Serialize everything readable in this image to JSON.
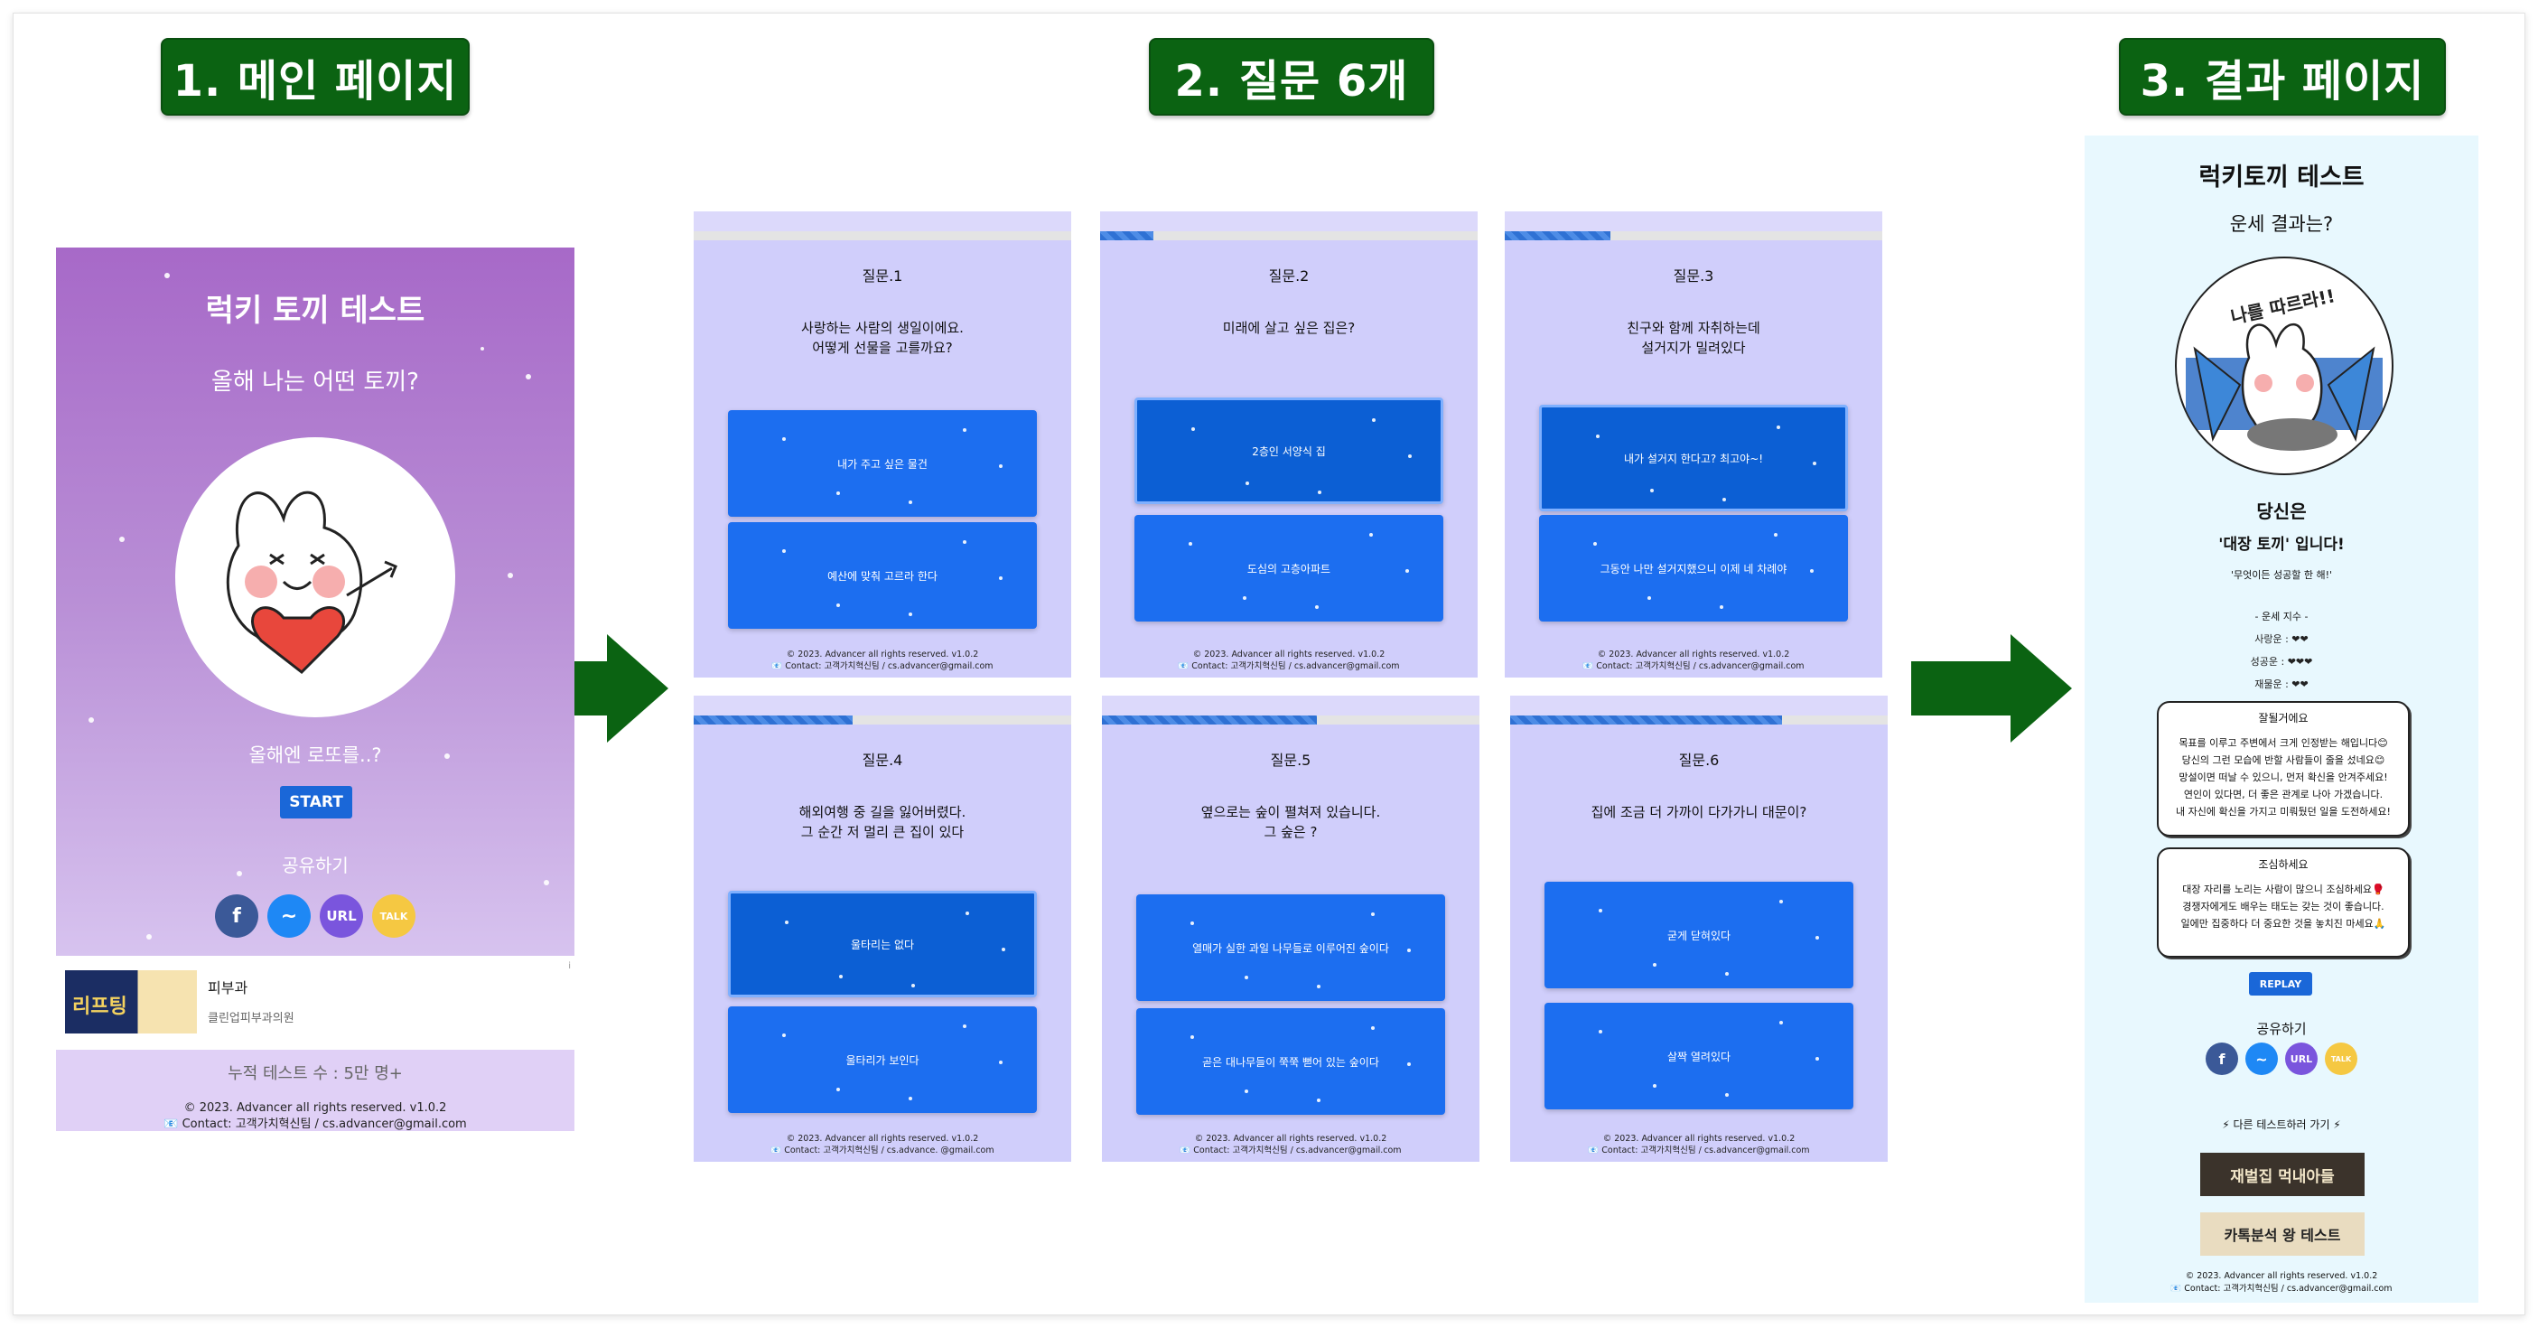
{
  "sections": {
    "main_title": "1. 메인 페이지",
    "questions_title": "2. 질문 6개",
    "result_title": "3. 결과 페이지"
  },
  "colors": {
    "section_green": "#0b6312",
    "arrow_green": "#0b6312",
    "main_gradient_top": "#a769c8",
    "main_gradient_bottom": "#d7c3ef",
    "question_bg": "#d0cefb",
    "answer_button": "#1c6ef0",
    "result_bg": "#e8f8fe",
    "start_button": "#1a67d8"
  },
  "main_page": {
    "title": "럭키 토끼 테스트",
    "subtitle": "올해 나는 어떤 토끼?",
    "hint": "올해엔 로또를..?",
    "start_label": "START",
    "share_label": "공유하기",
    "share_icons": [
      {
        "name": "facebook-icon",
        "label": "f",
        "color": "#3b5998"
      },
      {
        "name": "messenger-icon",
        "label": "~",
        "color": "#1e88f5"
      },
      {
        "name": "url-icon",
        "label": "URL",
        "color": "#7a55dd"
      },
      {
        "name": "kakaotalk-icon",
        "label": "TALK",
        "color": "#f5c842"
      }
    ],
    "ad": {
      "image_text": "리프팅",
      "name": "피부과",
      "sub": "클린업피부과의원",
      "mark": "i"
    },
    "test_count": "누적 테스트 수 : 5만 명+",
    "copyright": "© 2023. Advancer all rights reserved. v1.0.2",
    "contact": "📧 Contact: 고객가치혁신팀 / cs.advancer@gmail.com"
  },
  "questions": [
    {
      "number": "질문.1",
      "text": "사랑하는 사람의 생일이에요.\n어떻게 선물을 고를까요?",
      "progress": 0,
      "answers": [
        "내가 주고 싶은 물건",
        "예산에 맞춰 고르라 한다"
      ],
      "selected": -1,
      "footer1": "© 2023. Advancer all rights reserved. v1.0.2",
      "footer2": "📧 Contact: 고객가치혁신팀 / cs.advancer@gmail.com"
    },
    {
      "number": "질문.2",
      "text": "미래에 살고 싶은 집은?",
      "progress": 0.14,
      "answers": [
        "2층인 서양식 집",
        "도심의 고층아파트"
      ],
      "selected": 0,
      "footer1": "© 2023. Advancer all rights reserved. v1.0.2",
      "footer2": "📧 Contact: 고객가치혁신팀 / cs.advancer@gmail.com"
    },
    {
      "number": "질문.3",
      "text": "친구와 함께 자취하는데\n설거지가 밀려있다",
      "progress": 0.28,
      "answers": [
        "내가 설거지 한다고? 최고야~!",
        "그동안 나만 설거지했으니 이제 네 차례야"
      ],
      "selected": 0,
      "footer1": "© 2023. Advancer all rights reserved. v1.0.2",
      "footer2": "📧 Contact: 고객가치혁신팀 / cs.advancer@gmail.com"
    },
    {
      "number": "질문.4",
      "text": "해외여행 중 길을 잃어버렸다.\n그 순간 저 멀리 큰 집이 있다",
      "progress": 0.42,
      "answers": [
        "울타리는 없다",
        "울타리가 보인다"
      ],
      "selected": 0,
      "footer1": "© 2023. Advancer all rights reserved. v1.0.2",
      "footer2": "📧 Contact: 고객가치혁신팀 / cs.advance. @gmail.com"
    },
    {
      "number": "질문.5",
      "text": "옆으로는 숲이 펼쳐져 있습니다.\n그 숲은 ?",
      "progress": 0.57,
      "answers": [
        "열매가 실한 과일 나무들로 이루어진 숲이다",
        "곧은 대나무들이 쭉쭉 뻗어 있는 숲이다"
      ],
      "selected": -1,
      "footer1": "© 2023. Advancer all rights reserved. v1.0.2",
      "footer2": "📧 Contact: 고객가치혁신팀 / cs.advancer@gmail.com"
    },
    {
      "number": "질문.6",
      "text": "집에 조금 더 가까이 다가가니 대문이?",
      "progress": 0.72,
      "answers": [
        "굳게 닫혀있다",
        "살짝 열려있다"
      ],
      "selected": -1,
      "footer1": "© 2023. Advancer all rights reserved. v1.0.2",
      "footer2": "📧 Contact: 고객가치혁신팀 / cs.advancer@gmail.com"
    }
  ],
  "result": {
    "title": "럭키토끼 테스트",
    "subtitle": "운세 결과는?",
    "image_text": "나를 따르라!!",
    "you_are": "당신은",
    "type": "'대장 토끼' 입니다!",
    "quote": "'무엇이든 성공할 한 해!'",
    "luck_title": "- 운세 지수 -",
    "luck": [
      "사랑운 : ❤❤",
      "성공운 : ❤❤❤",
      "재물운 : ❤❤"
    ],
    "bubble1_title": "잘될거에요",
    "bubble1_text": "목표를 이루고 주변에서 크게 인정받는 해입니다😊\n당신의 그런 모습에 반할 사람들이 줄을 섰네요😊\n망설이면 떠날 수 있으니, 먼저 확신을 안겨주세요!\n연인이 있다면, 더 좋은 관계로 나아 가겠습니다.\n내 자신에 확신을 가지고 미뤄뒀던 일을 도전하세요!",
    "bubble2_title": "조심하세요",
    "bubble2_text": "대장 자리를 노리는 사람이 많으니 조심하세요🥊\n경쟁자에게도 배우는 태도는 갖는 것이 좋습니다.\n일에만 집중하다 더 중요한 것을 놓치진 마세요🙏",
    "replay_label": "REPLAY",
    "share_label": "공유하기",
    "other_tests": "⚡ 다른 테스트하러 가기 ⚡",
    "banner1": "재벌집 먹내아들",
    "banner2": "카톡분석 왕 테스트",
    "copyright": "© 2023. Advancer all rights reserved. v1.0.2",
    "contact": "📧 Contact: 고객가치혁신팀 / cs.advancer@gmail.com"
  }
}
